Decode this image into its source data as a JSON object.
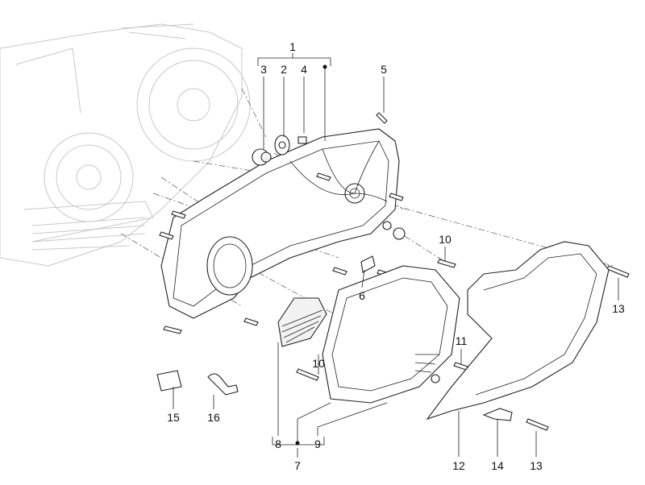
{
  "diagram": {
    "title_hidden": null,
    "labels": {
      "l1": "1",
      "l2": "2",
      "l3": "3",
      "l4": "4",
      "l5": "5",
      "l6": "6",
      "l7": "7",
      "l8": "8",
      "l9": "9",
      "l10a": "10",
      "l10b": "10",
      "l11": "11",
      "l12": "12",
      "l13a": "13",
      "l13b": "13",
      "l14": "14",
      "l15": "15",
      "l16": "16"
    }
  }
}
